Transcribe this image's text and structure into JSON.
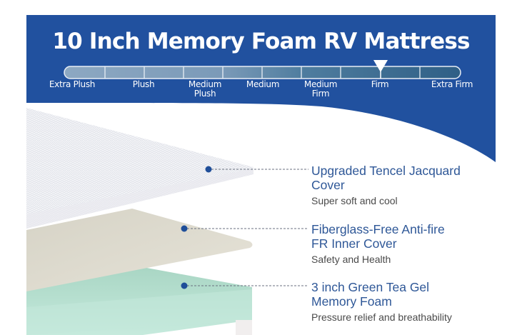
{
  "header": {
    "title": "10 Inch Memory Foam RV Mattress",
    "banner_color": "#21519f"
  },
  "firmness_scale": {
    "selected": "Firm",
    "labels": [
      {
        "line1": "Extra Plush",
        "line2": ""
      },
      {
        "line1": "Plush",
        "line2": ""
      },
      {
        "line1": "Medium",
        "line2": "Plush"
      },
      {
        "line1": "Medium",
        "line2": ""
      },
      {
        "line1": "Medium",
        "line2": "Firm"
      },
      {
        "line1": "Firm",
        "line2": ""
      },
      {
        "line1": "Extra Firm",
        "line2": ""
      }
    ]
  },
  "layers": [
    {
      "title_line1": "Upgraded Tencel Jacquard",
      "title_line2": "Cover",
      "subtitle": "Super soft and cool",
      "color": "#f4f5f8"
    },
    {
      "title_line1": "Fiberglass-Free Anti-fire",
      "title_line2": "FR Inner Cover",
      "subtitle": "Safety and Health",
      "color": "#d9d6cb"
    },
    {
      "title_line1": "3 inch Green Tea Gel",
      "title_line2": "Memory Foam",
      "subtitle": "Pressure relief and breathability",
      "color": "#b9e0d2"
    }
  ],
  "colors": {
    "callout_title": "#2e5797",
    "callout_subtitle": "#4a4a4a",
    "dot": "#1f4e99"
  }
}
